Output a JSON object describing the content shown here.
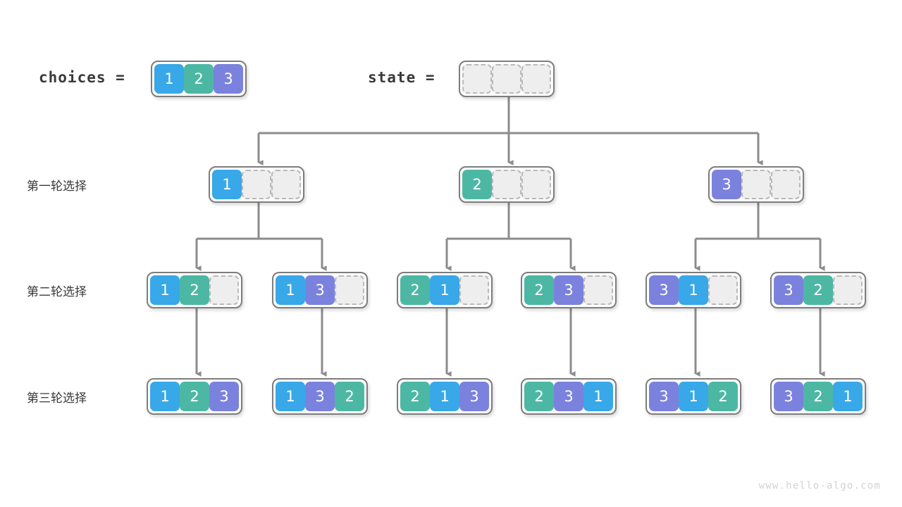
{
  "watermark": "www.hello-algo.com",
  "header": {
    "choices_label": "choices =",
    "state_label": "state ="
  },
  "row_labels": [
    "第一轮选择",
    "第二轮选择",
    "第三轮选择"
  ],
  "colors": {
    "value_1": "#38a8e8",
    "value_2": "#4cb8a4",
    "value_3": "#7b82dd",
    "empty_fill": "#eeeeee",
    "empty_border": "#b9b9b9",
    "box_border": "#7d7d7d",
    "edge": "#8c8c8c",
    "text": "#3a3a3a",
    "watermark": "#d2d2d2"
  },
  "choices_array": {
    "cells": [
      "1",
      "2",
      "3"
    ],
    "filled": [
      true,
      true,
      true
    ]
  },
  "state_array": {
    "cells": [
      "",
      "",
      ""
    ],
    "filled": [
      false,
      false,
      false
    ]
  },
  "round1": [
    {
      "cells": [
        "1",
        "",
        ""
      ],
      "filled": [
        true,
        false,
        false
      ]
    },
    {
      "cells": [
        "2",
        "",
        ""
      ],
      "filled": [
        true,
        false,
        false
      ]
    },
    {
      "cells": [
        "3",
        "",
        ""
      ],
      "filled": [
        true,
        false,
        false
      ]
    }
  ],
  "round2": [
    {
      "cells": [
        "1",
        "2",
        ""
      ],
      "filled": [
        true,
        true,
        false
      ]
    },
    {
      "cells": [
        "1",
        "3",
        ""
      ],
      "filled": [
        true,
        true,
        false
      ]
    },
    {
      "cells": [
        "2",
        "1",
        ""
      ],
      "filled": [
        true,
        true,
        false
      ]
    },
    {
      "cells": [
        "2",
        "3",
        ""
      ],
      "filled": [
        true,
        true,
        false
      ]
    },
    {
      "cells": [
        "3",
        "1",
        ""
      ],
      "filled": [
        true,
        true,
        false
      ]
    },
    {
      "cells": [
        "3",
        "2",
        ""
      ],
      "filled": [
        true,
        true,
        false
      ]
    }
  ],
  "round3": [
    {
      "cells": [
        "1",
        "2",
        "3"
      ],
      "filled": [
        true,
        true,
        true
      ]
    },
    {
      "cells": [
        "1",
        "3",
        "2"
      ],
      "filled": [
        true,
        true,
        true
      ]
    },
    {
      "cells": [
        "2",
        "1",
        "3"
      ],
      "filled": [
        true,
        true,
        true
      ]
    },
    {
      "cells": [
        "2",
        "3",
        "1"
      ],
      "filled": [
        true,
        true,
        true
      ]
    },
    {
      "cells": [
        "3",
        "1",
        "2"
      ],
      "filled": [
        true,
        true,
        true
      ]
    },
    {
      "cells": [
        "3",
        "2",
        "1"
      ],
      "filled": [
        true,
        true,
        true
      ]
    }
  ]
}
